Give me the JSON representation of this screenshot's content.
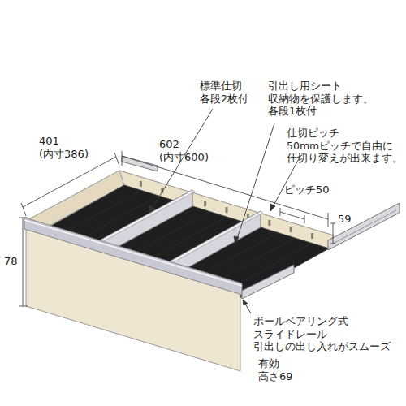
{
  "diagram": {
    "labels": [
      "標準仕切 各段2枚付",
      "引出し用シート 収納物を保護します。 各段1枚付",
      "仕切ピッチ 50mmピッチで自由に 仕切り変えが出来ます。",
      "ピッチ50",
      "401 (内寸386)",
      "602 (内寸600)",
      "78",
      "59",
      "ボールベアリング式 スライドレール 引出しの出し入れがスムーズ",
      "有効 高さ69"
    ]
  }
}
